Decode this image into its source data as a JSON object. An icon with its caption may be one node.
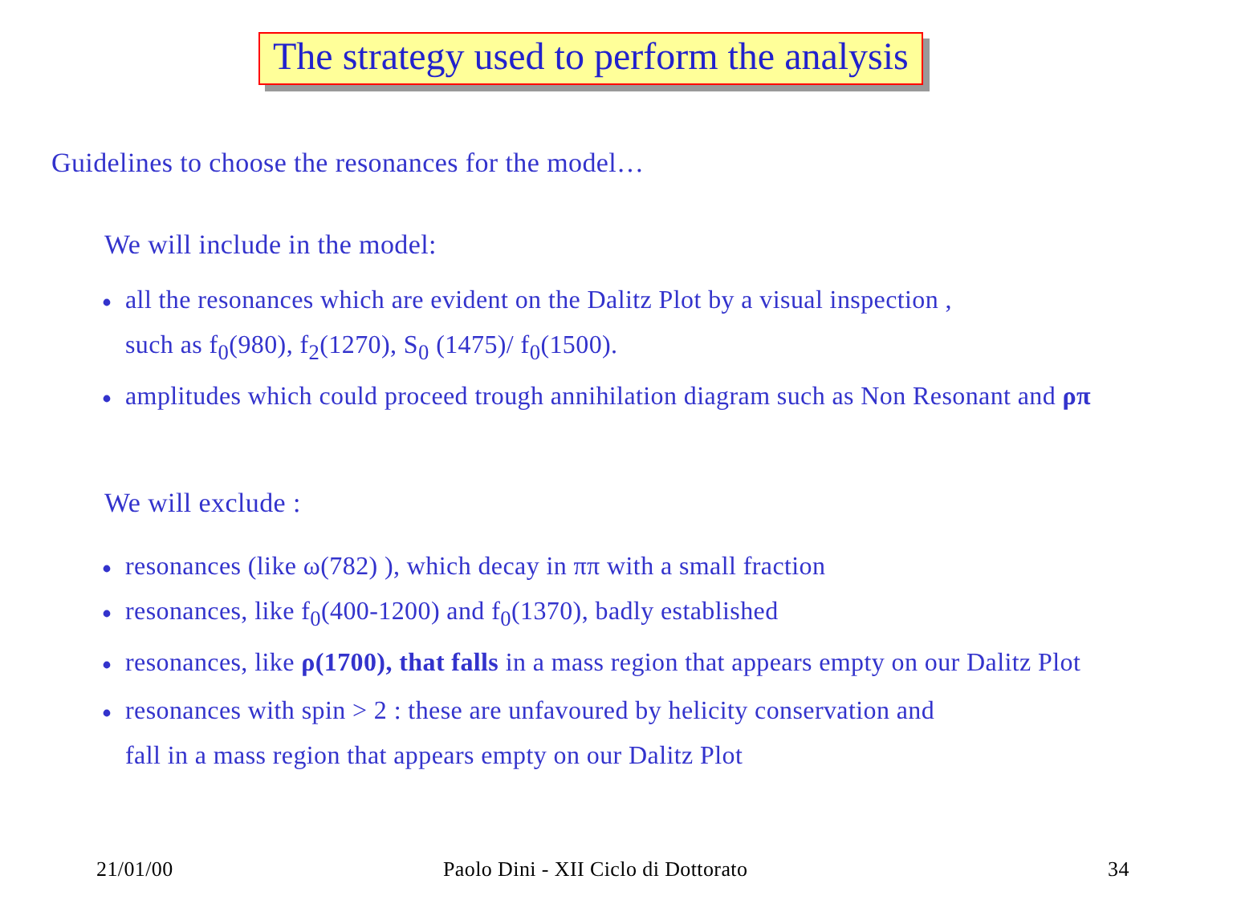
{
  "diagram": {
    "title": "The strategy used to perform the analysis",
    "labels": [
      "Guidelines to choose the resonances for the model…",
      "We will include in the model:",
      "all the resonances which are evident on the Dalitz Plot by a visual inspection , such as f$_{0}$(980), f$_{2}$(1270), S$_{0}$ (1475)/ f$_{0}$(1500).",
      "amplitudes which could proceed trough annihilation diagram such as Non Resonant and **ρπ**",
      "We will exclude :",
      "resonances (like ω(782) ), which decay in ππ with a small fraction",
      "resonances, like f$_{0}$(400-1200) and f$_{0}$(1370), badly established",
      "resonances, like **ρ(1700), that falls** in a mass region that appears empty on our Dalitz Plot",
      "resonances with spin > 2 : these are unfavoured by helicity conservation and fall in a mass region that appears empty on our Dalitz Plot",
      "21/01/00",
      "Paolo Dini - XII Ciclo di Dottorato",
      "34"
    ]
  }
}
